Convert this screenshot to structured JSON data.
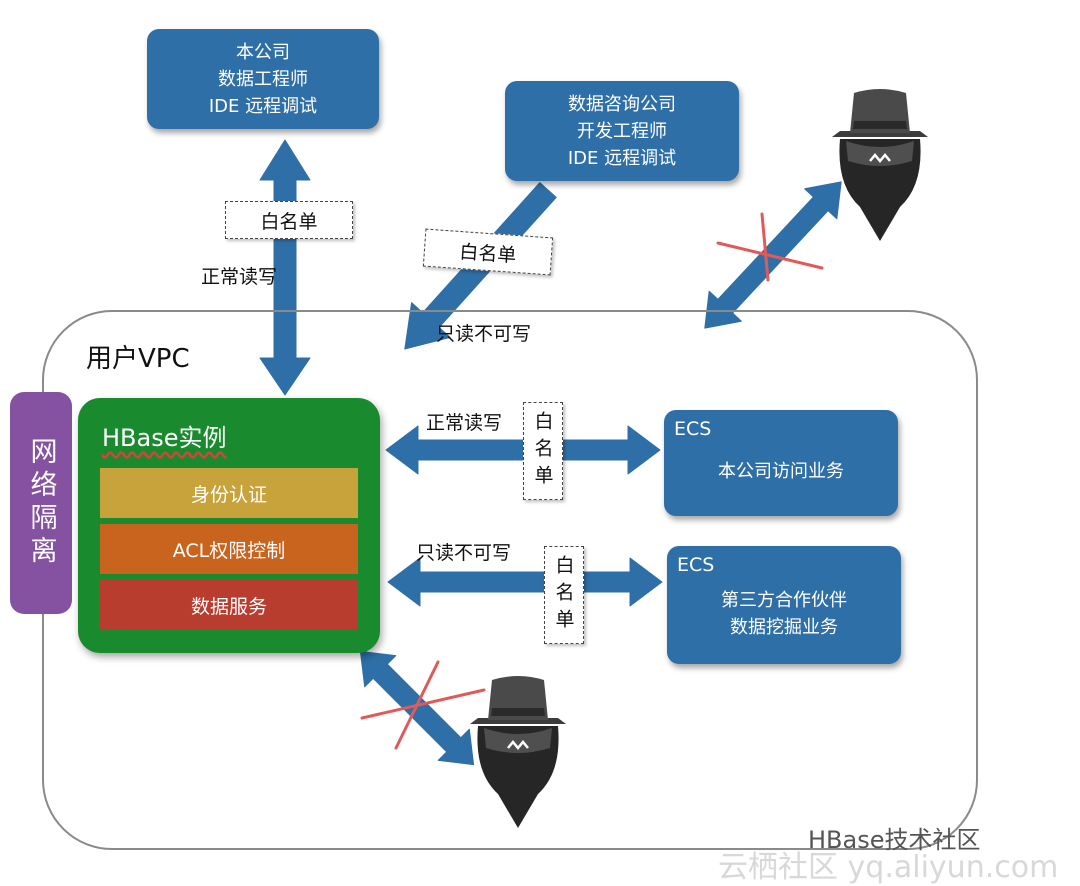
{
  "colors": {
    "arrow": "#2f6fa7",
    "box": "#2f6fa7",
    "hbase": "#1a8a2f",
    "isolation": "#8552a1",
    "auth_layer": "#c8a23a",
    "acl_layer": "#c9641f",
    "data_layer": "#b83d2f",
    "blocked_cross": "#e05a5a"
  },
  "company_box": {
    "line1": "本公司",
    "line2": "数据工程师",
    "line3": "IDE 远程调试"
  },
  "consult_box": {
    "line1": "数据咨询公司",
    "line2": "开发工程师",
    "line3": "IDE 远程调试"
  },
  "vpc_label": "用户VPC",
  "isolation_label": "网络隔离",
  "hbase": {
    "title": "HBase实例",
    "auth": "身份认证",
    "acl": "ACL权限控制",
    "data": "数据服务"
  },
  "ecs1": {
    "title": "ECS",
    "body": "本公司访问业务"
  },
  "ecs2": {
    "title": "ECS",
    "line1": "第三方合作伙伴",
    "line2": "数据挖掘业务"
  },
  "links": {
    "company_whitelist": "白名单",
    "company_access": "正常读写",
    "consult_whitelist": "白名单",
    "consult_access": "只读不可写",
    "ecs1_access": "正常读写",
    "ecs1_whitelist": "白名单",
    "ecs2_access": "只读不可写",
    "ecs2_whitelist": "白名单"
  },
  "icons": {
    "hacker_top": "hacker-icon",
    "hacker_bottom": "hacker-icon"
  },
  "watermark": {
    "brand": "HBase技术社区",
    "site": "云栖社区 yq.aliyun.com"
  }
}
